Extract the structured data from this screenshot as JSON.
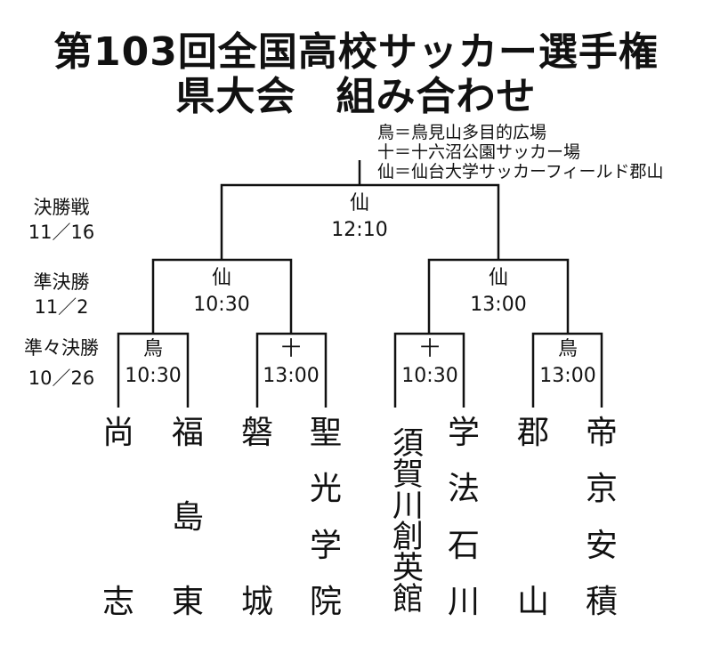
{
  "title": {
    "line1": "第103回全国高校サッカー選手権",
    "line2": "県大会　組み合わせ"
  },
  "legend": [
    "鳥＝鳥見山多目的広場",
    "十＝十六沼公園サッカー場",
    "仙＝仙台大学サッカーフィールド郡山"
  ],
  "rounds": {
    "final": {
      "label": "決勝戦",
      "date": "11／16"
    },
    "semi": {
      "label": "準決勝",
      "date": "11／2"
    },
    "quarter": {
      "label": "準々決勝",
      "date": "10／26"
    }
  },
  "matches": {
    "final": {
      "venue": "仙",
      "time": "12:10"
    },
    "semi_left": {
      "venue": "仙",
      "time": "10:30"
    },
    "semi_right": {
      "venue": "仙",
      "time": "13:00"
    },
    "qf1": {
      "venue": "鳥",
      "time": "10:30"
    },
    "qf2": {
      "venue": "十",
      "time": "13:00"
    },
    "qf3": {
      "venue": "十",
      "time": "10:30"
    },
    "qf4": {
      "venue": "鳥",
      "time": "13:00"
    }
  },
  "teams": [
    {
      "top": "尚",
      "bottom": "志"
    },
    {
      "top": "福",
      "mid": [
        "島"
      ],
      "bottom": "東"
    },
    {
      "top": "磐",
      "bottom": "城"
    },
    {
      "top": "聖",
      "mid": [
        "光",
        "学"
      ],
      "bottom": "院"
    },
    {
      "full": "須賀川創英館"
    },
    {
      "top": "学",
      "mid": [
        "法",
        "石"
      ],
      "bottom": "川"
    },
    {
      "top": "郡",
      "bottom": "山"
    },
    {
      "top": "帝",
      "mid": [
        "京",
        "安"
      ],
      "bottom": "積"
    }
  ]
}
